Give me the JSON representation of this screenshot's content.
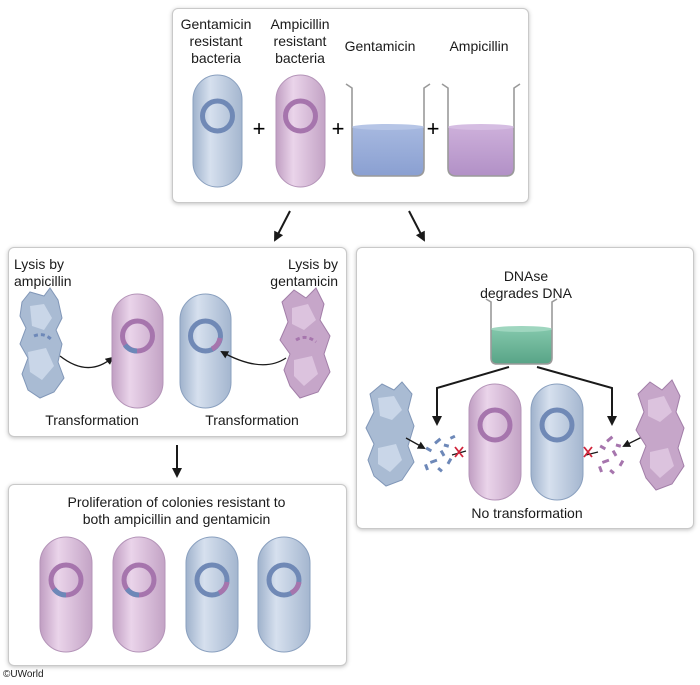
{
  "top": {
    "gent_bacteria": [
      "Gentamicin",
      "resistant",
      "bacteria"
    ],
    "amp_bacteria": [
      "Ampicillin",
      "resistant",
      "bacteria"
    ],
    "gentamicin": "Gentamicin",
    "ampicillin": "Ampicillin",
    "plus": "+"
  },
  "left_panel": {
    "lysis_amp": [
      "Lysis by",
      "ampicillin"
    ],
    "lysis_gent": [
      "Lysis by",
      "gentamicin"
    ],
    "transformation_left": "Transformation",
    "transformation_right": "Transformation"
  },
  "right_panel": {
    "dnase": [
      "DNAse",
      "degrades DNA"
    ],
    "no_transformation": "No transformation"
  },
  "bottom_panel": {
    "proliferation": [
      "Proliferation of colonies resistant to",
      "both ampicillin and gentamicin"
    ]
  },
  "copyright": "©UWorld",
  "colors": {
    "gentamicin_blue": "#b9c8de",
    "ampicillin_pink": "#d4b4d4",
    "plasmid_blue": "#6d88b8",
    "plasmid_pink": "#a876ae",
    "dnase_green": "#5fae8e"
  }
}
